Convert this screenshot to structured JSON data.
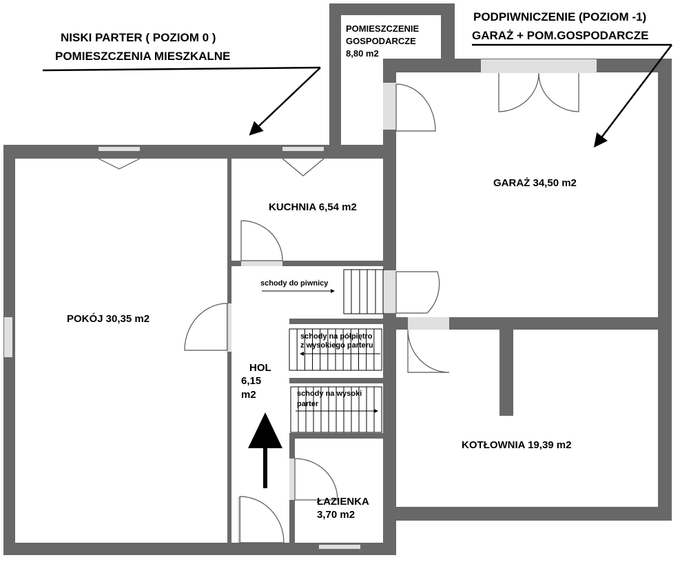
{
  "headings": {
    "ground_floor_line1": "NISKI PARTER  ( POZIOM 0 )",
    "ground_floor_line2": "POMIESZCZENIA MIESZKALNE",
    "basement_line1": "PODPIWNICZENIE (POZIOM -1)",
    "basement_line2": "GARAŻ + POM.GOSPODARCZE"
  },
  "rooms": {
    "utility_line1": "POMIESZCZENIE",
    "utility_line2": "GOSPODARCZE",
    "utility_area": "8,80 m2",
    "garage": "GARAŻ  34,50 m2",
    "kitchen": "KUCHNIA 6,54 m2",
    "living_room": "POKÓJ 30,35 m2",
    "hall_name": "HOL",
    "hall_area": "6,15",
    "hall_unit": "m2",
    "boiler_room": "KOTŁOWNIA 19,39 m2",
    "bathroom_name": "ŁAZIENKA",
    "bathroom_area": "3,70 m2"
  },
  "stairs": {
    "basement": "schody do piwnicy",
    "mezzanine_line1": "schody na półpiętro",
    "mezzanine_line2": "z wysokiego parteru",
    "upper_line1": "schody na wysoki",
    "upper_line2": "parter"
  }
}
